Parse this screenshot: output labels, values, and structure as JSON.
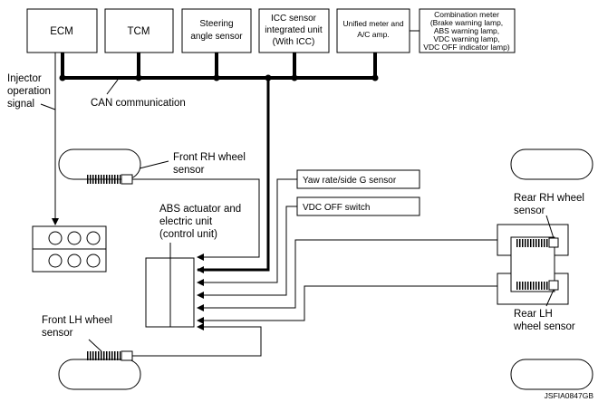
{
  "modules": {
    "ecm": "ECM",
    "tcm": "TCM",
    "steering": [
      "Steering",
      "angle sensor"
    ],
    "icc": [
      "ICC sensor",
      "integrated unit",
      "(With ICC)"
    ],
    "unified": [
      "Unified meter and",
      "A/C amp."
    ],
    "combination": [
      "Combination meter",
      "(Brake warning lamp,",
      "ABS warning lamp,",
      "VDC warning lamp,",
      "VDC OFF indicator lamp)"
    ]
  },
  "labels": {
    "injector": [
      "Injector",
      "operation",
      "signal"
    ],
    "can": "CAN communication",
    "front_rh": [
      "Front RH wheel",
      "sensor"
    ],
    "front_lh": [
      "Front LH wheel",
      "sensor"
    ],
    "yaw": "Yaw rate/side G sensor",
    "vdc_off": "VDC OFF switch",
    "abs": [
      "ABS actuator and",
      "electric unit",
      "(control unit)"
    ],
    "rear_rh": [
      "Rear RH wheel",
      "sensor"
    ],
    "rear_lh": [
      "Rear LH",
      "wheel sensor"
    ],
    "figure_id": "JSFIA0847GB"
  }
}
